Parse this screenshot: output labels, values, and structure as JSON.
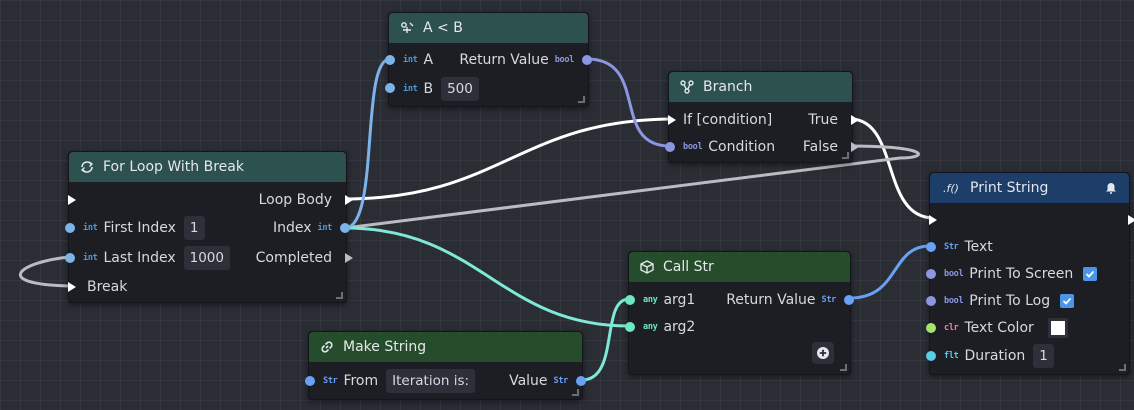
{
  "colors": {
    "exec_wire": "#ffffff",
    "int_wire": "#7cb3e8",
    "bool_wire": "#8b97e0",
    "any_wire": "#7fe8d6",
    "str_wire": "#6aa0f5",
    "gray_wire": "#b9bcc2"
  },
  "nodes": {
    "a_less_b": {
      "title": "A < B",
      "icon": "compare-icon",
      "pins": {
        "a_type": "int",
        "a_label": "A",
        "b_type": "int",
        "b_label": "B",
        "b_value": "500",
        "ret_label": "Return Value",
        "ret_type": "bool"
      }
    },
    "branch": {
      "title": "Branch",
      "icon": "branch-icon",
      "pins": {
        "if_label": "If [condition]",
        "true_label": "True",
        "cond_type": "bool",
        "cond_label": "Condition",
        "false_label": "False"
      }
    },
    "for_loop": {
      "title": "For Loop With Break",
      "icon": "loop-icon",
      "pins": {
        "loop_body_label": "Loop Body",
        "first_type": "int",
        "first_label": "First Index",
        "first_value": "1",
        "index_label": "Index",
        "index_type": "int",
        "last_type": "int",
        "last_label": "Last Index",
        "last_value": "1000",
        "completed_label": "Completed",
        "break_label": "Break"
      }
    },
    "call_str": {
      "title": "Call Str",
      "icon": "cube-icon",
      "pins": {
        "arg1_type": "any",
        "arg1_label": "arg1",
        "ret_label": "Return Value",
        "ret_type": "Str",
        "arg2_type": "any",
        "arg2_label": "arg2"
      }
    },
    "make_string": {
      "title": "Make String",
      "icon": "link-icon",
      "pins": {
        "from_type": "Str",
        "from_label": "From",
        "from_value": "Iteration is:",
        "value_label": "Value",
        "value_type": "Str"
      }
    },
    "print_string": {
      "title": "Print String",
      "icon": "function-icon",
      "title_icon_text": ".f()",
      "pins": {
        "text_type": "Str",
        "text_label": "Text",
        "screen_type": "bool",
        "screen_label": "Print To Screen",
        "screen_checked": true,
        "log_type": "bool",
        "log_label": "Print To Log",
        "log_checked": true,
        "color_type": "clr",
        "color_label": "Text Color",
        "color_value": "#ffffff",
        "duration_type": "flt",
        "duration_label": "Duration",
        "duration_value": "1"
      }
    }
  }
}
